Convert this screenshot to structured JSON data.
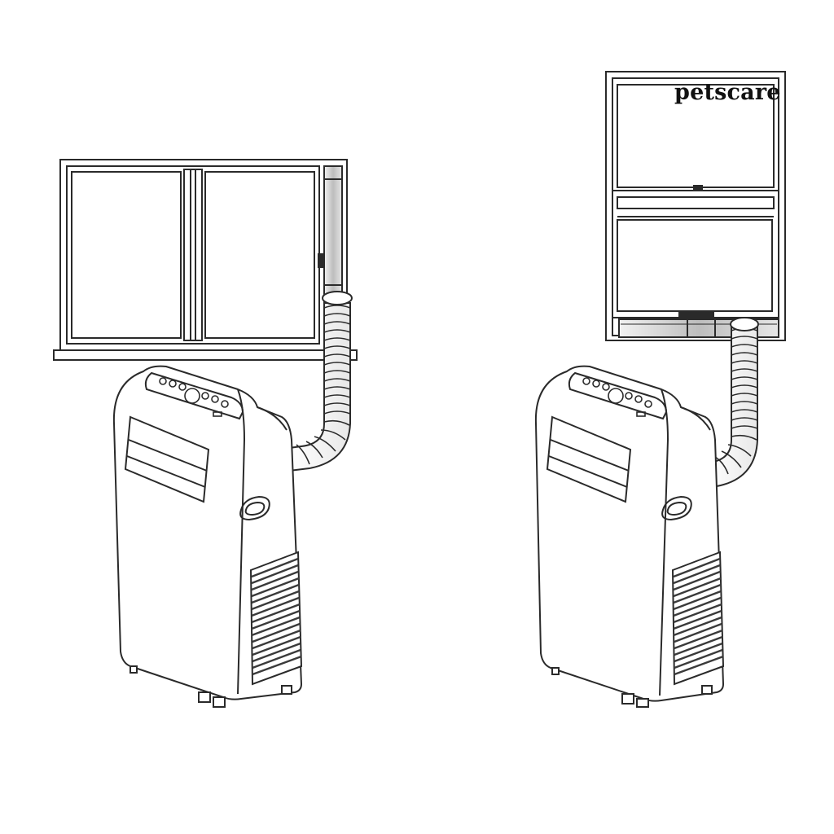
{
  "watermark": {
    "text": "petscare"
  },
  "colors": {
    "line": "#2a2a2a",
    "background": "#ffffff",
    "glass_shade": "#d8d8d8",
    "vent_fill": "#3a3a3a"
  },
  "illustrations": [
    {
      "name": "sliding-window-installation",
      "window_type": "horizontal-sliding-window",
      "unit": "portable-air-conditioner",
      "hose": "exhaust-hose"
    },
    {
      "name": "hung-window-installation",
      "window_type": "vertical-hung-window",
      "unit": "portable-air-conditioner",
      "hose": "exhaust-hose"
    }
  ]
}
